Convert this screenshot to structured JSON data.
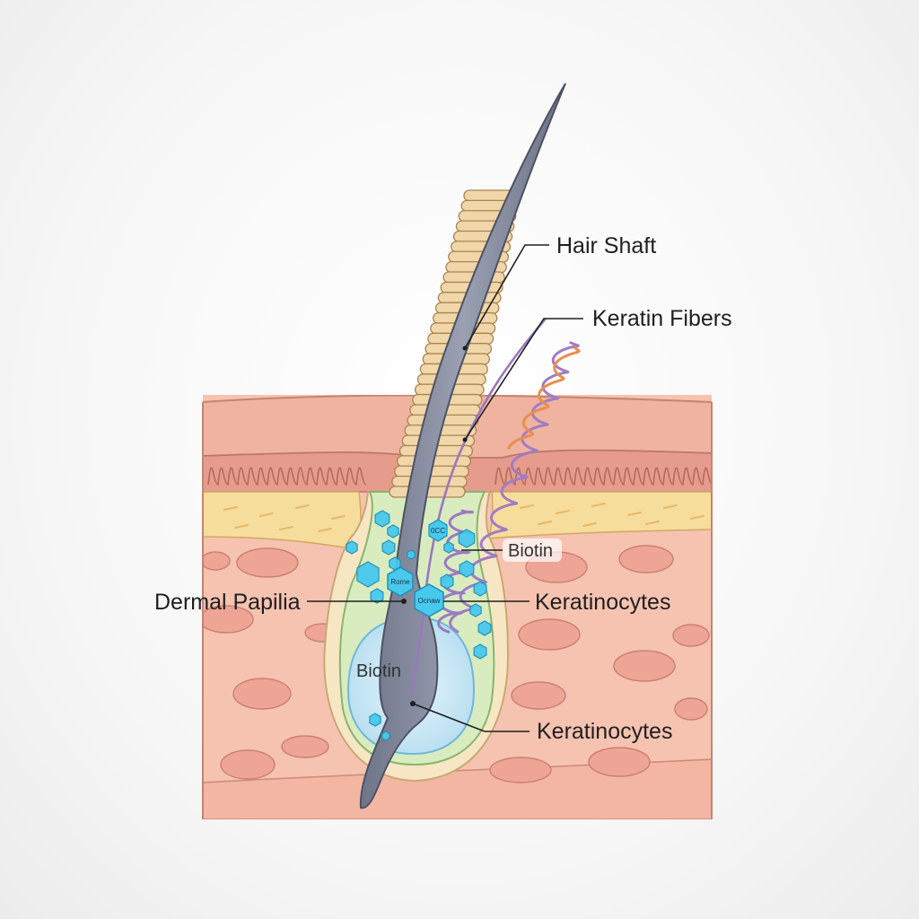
{
  "labels": {
    "hair_shaft": "Hair Shaft",
    "keratin_fibers": "Keratin Fibers",
    "biotin_upper": "Biotin",
    "dermal_papilla": "Dermal Papilia",
    "keratinocytes_upper": "Keratinocytes",
    "biotin_lower": "Biotin",
    "keratinocytes_lower": "Keratinocytes"
  },
  "molecule_tags": {
    "tag_1": "Rome",
    "tag_2": "Ocnaw",
    "tag_3": "0CC"
  },
  "colors": {
    "skin_top": "#efb7a4",
    "epidermis_band": "#e59c8c",
    "fat_layer": "#f7dd9c",
    "dermis": "#f6c3b1",
    "cells": "#eea596",
    "follicle_sheath": "#d9ecc0",
    "bulb": "#c8e7f4",
    "hair": "#8d93a6",
    "cuticle": "#f0d6a8",
    "fiber_purple": "#a07cc4",
    "fiber_orange": "#e88f4f",
    "biotin_hex": "#47c9ee"
  }
}
